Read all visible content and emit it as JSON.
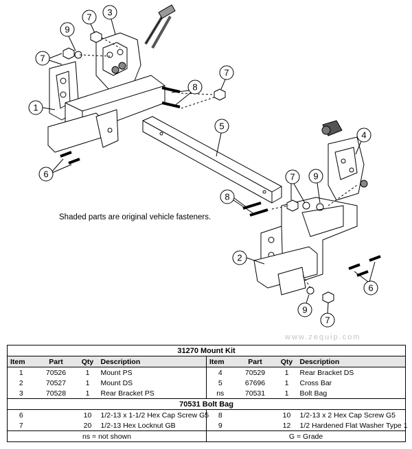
{
  "callouts": {
    "c1": "1",
    "c2": "2",
    "c3": "3",
    "c4": "4",
    "c5": "5",
    "c6a": "6",
    "c6b": "6",
    "c7a": "7",
    "c7b": "7",
    "c7c": "7",
    "c7d": "7",
    "c7e": "7",
    "c8a": "8",
    "c8b": "8",
    "c9a": "9",
    "c9b": "9",
    "c9c": "9"
  },
  "note": "Shaded parts are original vehicle fasteners.",
  "watermark": "www.zequip.com",
  "mount_kit": {
    "title": "31270  Mount Kit",
    "headers": {
      "item": "Item",
      "part": "Part",
      "qty": "Qty",
      "description": "Description"
    },
    "rows": [
      {
        "l_item": "1",
        "l_part": "70526",
        "l_qty": "1",
        "l_desc": "Mount PS",
        "r_item": "4",
        "r_part": "70529",
        "r_qty": "1",
        "r_desc": "Rear Bracket DS"
      },
      {
        "l_item": "2",
        "l_part": "70527",
        "l_qty": "1",
        "l_desc": "Mount DS",
        "r_item": "5",
        "r_part": "67696",
        "r_qty": "1",
        "r_desc": "Cross Bar"
      },
      {
        "l_item": "3",
        "l_part": "70528",
        "l_qty": "1",
        "l_desc": "Rear Bracket PS",
        "r_item": "ns",
        "r_part": "70531",
        "r_qty": "1",
        "r_desc": "Bolt Bag"
      }
    ]
  },
  "bolt_bag": {
    "title": "70531  Bolt Bag",
    "rows": [
      {
        "l_item": "6",
        "l_qty": "10",
        "l_desc": "1/2-13 x 1-1/2 Hex Cap Screw G5",
        "r_item": "8",
        "r_qty": "10",
        "r_desc": "1/2-13 x 2 Hex Cap Screw G5"
      },
      {
        "l_item": "7",
        "l_qty": "20",
        "l_desc": "1/2-13 Hex Locknut GB",
        "r_item": "9",
        "r_qty": "12",
        "r_desc": "1/2 Hardened Flat Washer Type 1"
      }
    ],
    "footer_left": "ns = not shown",
    "footer_right": "G = Grade"
  },
  "colors": {
    "line": "#000000",
    "shaded_part": "#9a9a9a",
    "header_bg": "#e6e6e6",
    "watermark": "#c4c4c4"
  }
}
